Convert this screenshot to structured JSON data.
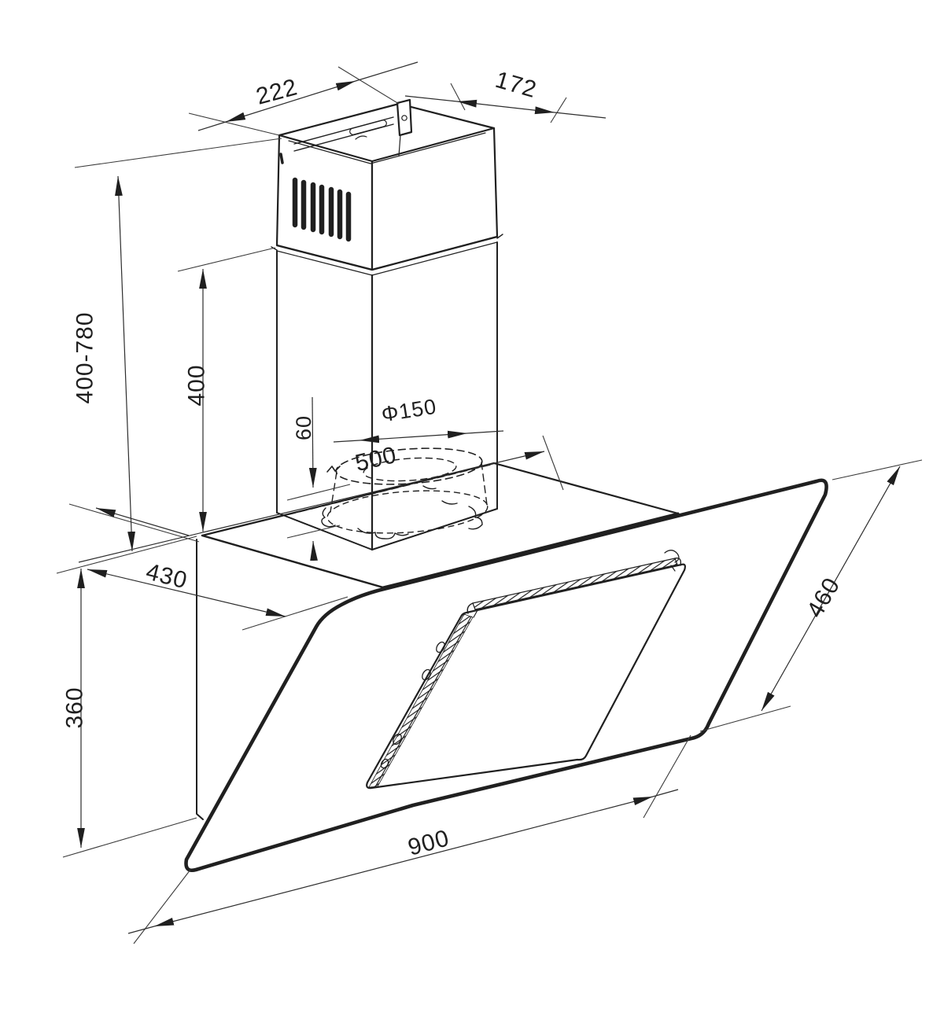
{
  "subject": "Angled wall-mounted cooker hood - dimensional technical drawing",
  "colors": {
    "line": "#202020",
    "dimension": "#2d2d2d",
    "background": "#ffffff"
  },
  "dims": {
    "d222": {
      "label": "222"
    },
    "d172": {
      "label": "172"
    },
    "d400_780": {
      "label": "400-780"
    },
    "d400": {
      "label": "400"
    },
    "d500": {
      "label": "500"
    },
    "d60": {
      "label": "60"
    },
    "d150": {
      "label": "Φ150"
    },
    "d430": {
      "label": "430"
    },
    "d360": {
      "label": "360"
    },
    "d900": {
      "label": "900"
    },
    "d460": {
      "label": "460"
    }
  }
}
